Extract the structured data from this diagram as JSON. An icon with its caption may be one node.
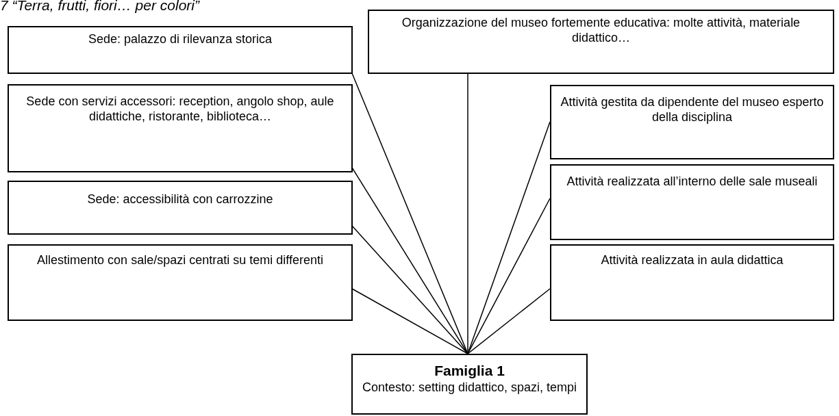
{
  "diagram": {
    "title": "7 “Terra, frutti, fiori… per colori”",
    "nodes": [
      {
        "text": [
          "Sede: palazzo di rilevanza storica"
        ]
      },
      {
        "text": [
          "Organizzazione del museo fortemente educativa: molte attività, materiale didattico…"
        ]
      },
      {
        "text": [
          "Sede con servizi accessori: reception, angolo shop, aule didattiche, ristorante, biblioteca…"
        ]
      },
      {
        "text": [
          "Attività gestita da dipendente del museo esperto della disciplina"
        ]
      },
      {
        "text": [
          "Sede: accessibilità con carrozzine"
        ]
      },
      {
        "text": [
          "Attività realizzata all’interno delle sale museali"
        ]
      },
      {
        "text": [
          "Allestimento con sale/spazi centrati su temi differenti"
        ]
      },
      {
        "text": [
          "Attività realizzata in aula didattica"
        ]
      },
      {
        "text": [
          "Famiglia 1",
          "Contesto: setting didattico, spazi, tempi"
        ]
      }
    ],
    "edges": [
      {
        "from": 0,
        "to": 8,
        "arrow": "none"
      },
      {
        "from": 1,
        "to": 8,
        "arrow": "none"
      },
      {
        "from": 2,
        "to": 8,
        "arrow": "none"
      },
      {
        "from": 3,
        "to": 8,
        "arrow": "none"
      },
      {
        "from": 4,
        "to": 8,
        "arrow": "none"
      },
      {
        "from": 5,
        "to": 8,
        "arrow": "none"
      },
      {
        "from": 6,
        "to": 8,
        "arrow": "none"
      },
      {
        "from": 7,
        "to": 8,
        "arrow": "none"
      }
    ]
  }
}
